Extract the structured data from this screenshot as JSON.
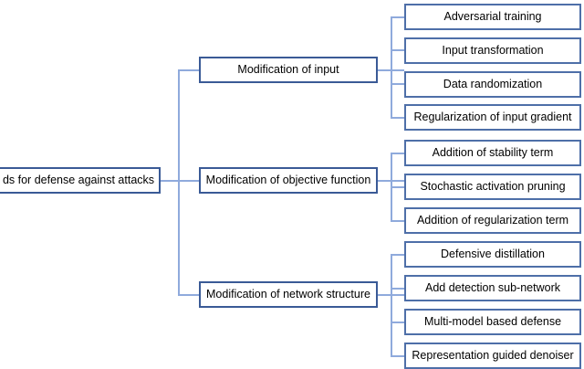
{
  "diagram": {
    "title": "Methods for defense against attacks",
    "colors": {
      "box_border_primary": "#3A5A96",
      "box_border_leaf": "#4E6FA8",
      "connector": "#8FAADC",
      "background": "#FFFFFF",
      "text": "#000000"
    },
    "root": {
      "label": "ds for defense against attacks",
      "clipped": "true"
    },
    "branches": [
      {
        "label": "Modification of input",
        "leaves": [
          {
            "label": "Adversarial training"
          },
          {
            "label": "Input transformation"
          },
          {
            "label": "Data randomization"
          },
          {
            "label": "Regularization of input gradient"
          }
        ]
      },
      {
        "label": "Modification of objective function",
        "leaves": [
          {
            "label": "Addition of stability term"
          },
          {
            "label": "Stochastic activation pruning"
          },
          {
            "label": "Addition of regularization term"
          }
        ]
      },
      {
        "label": "Modification of network structure",
        "leaves": [
          {
            "label": "Defensive distillation"
          },
          {
            "label": "Add detection sub-network"
          },
          {
            "label": "Multi-model based defense"
          },
          {
            "label": "Representation guided denoiser"
          }
        ]
      }
    ]
  }
}
